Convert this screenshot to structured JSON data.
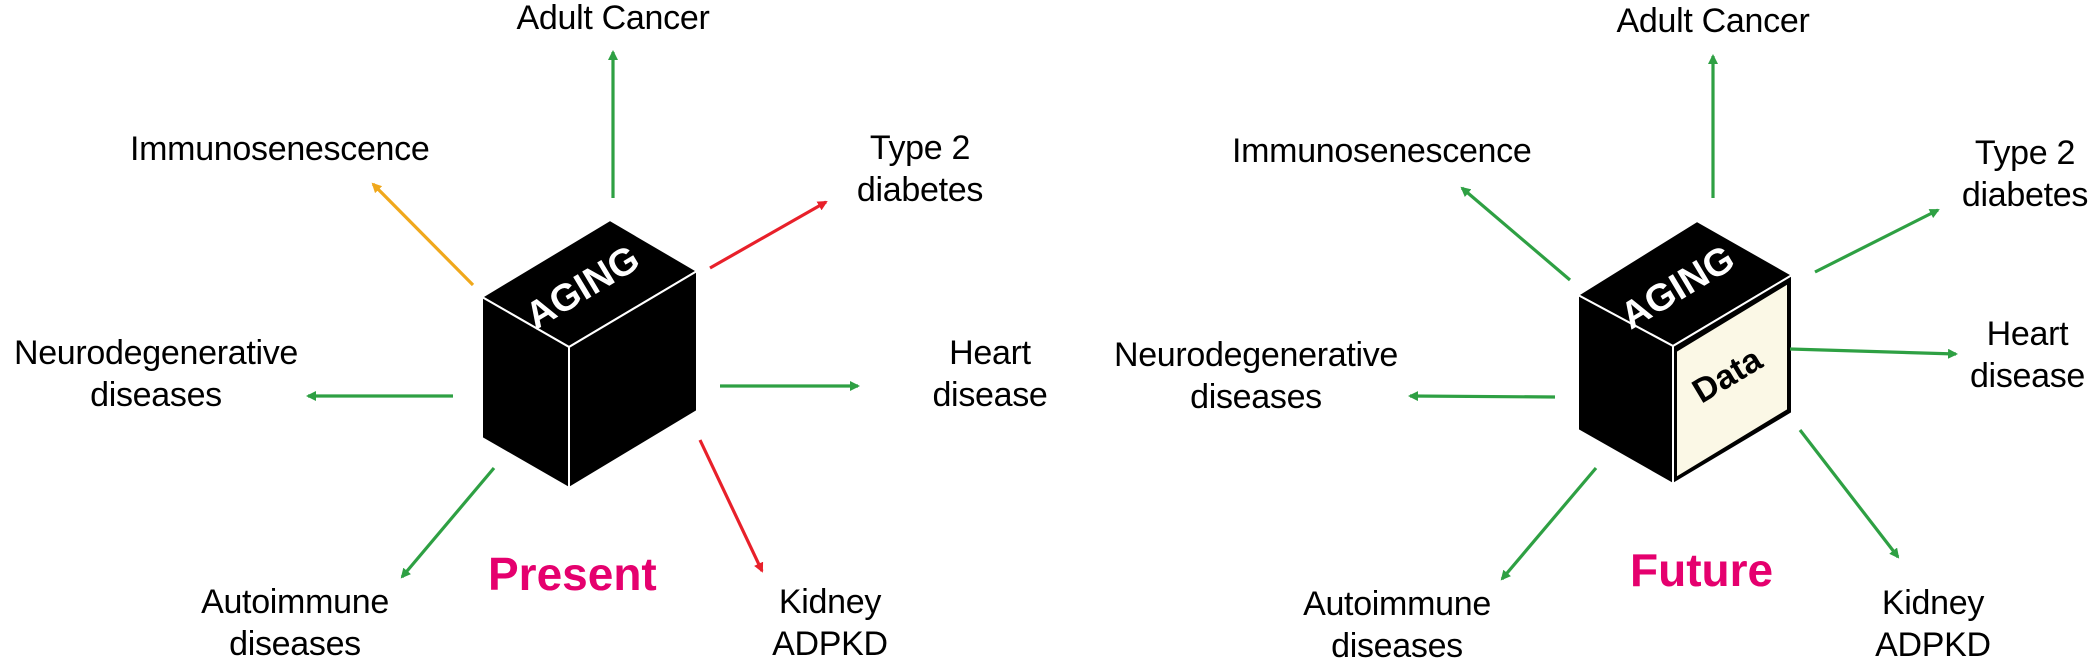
{
  "colors": {
    "green": "#2ea043",
    "red": "#e8202a",
    "orange": "#f0a81c",
    "magenta": "#e5006e",
    "cube": "#000000",
    "data_panel": "#fbf8e6"
  },
  "present": {
    "caption": "Present",
    "cube_label": "AGING",
    "outcomes": {
      "adult_cancer": "Adult Cancer",
      "immunosenescence": "Immunosenescence",
      "type2_diabetes": [
        "Type 2",
        "diabetes"
      ],
      "neurodegenerative": [
        "Neurodegenerative",
        "diseases"
      ],
      "heart_disease": [
        "Heart",
        "disease"
      ],
      "autoimmune": [
        "Autoimmune",
        "diseases"
      ],
      "kidney": [
        "Kidney",
        "ADPKD"
      ]
    }
  },
  "future": {
    "caption": "Future",
    "cube_label": "AGING",
    "data_label": "Data",
    "outcomes": {
      "adult_cancer": "Adult Cancer",
      "immunosenescence": "Immunosenescence",
      "type2_diabetes": [
        "Type 2",
        "diabetes"
      ],
      "neurodegenerative": [
        "Neurodegenerative",
        "diseases"
      ],
      "heart_disease": [
        "Heart",
        "disease"
      ],
      "autoimmune": [
        "Autoimmune",
        "diseases"
      ],
      "kidney": [
        "Kidney",
        "ADPKD"
      ]
    }
  }
}
